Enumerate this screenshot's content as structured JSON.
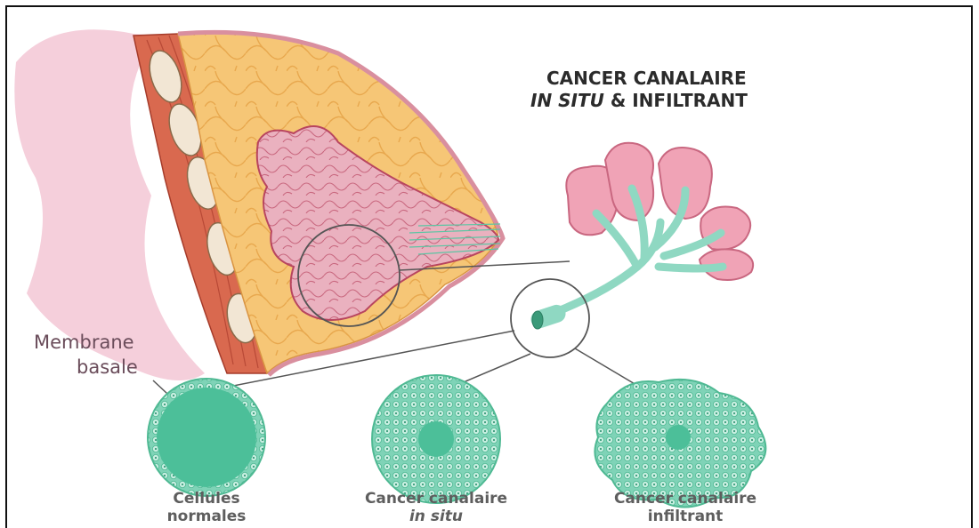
{
  "title": {
    "line1": "CANCER CANALAIRE",
    "line2_italic": "IN SITU",
    "line2_rest": " & INFILTRANT"
  },
  "membrane_label": {
    "line1": "Membrane",
    "line2": "basale"
  },
  "captions": [
    {
      "line1": "Cellules",
      "line2": "normales",
      "line2_italic": false
    },
    {
      "line1": "Cancer canalaire",
      "line2": "in situ",
      "line2_italic": true
    },
    {
      "line1": "Cancer canalaire",
      "line2": "infiltrant",
      "line2_italic": false
    }
  ],
  "colors": {
    "skin": "#f4c9d6",
    "muscle": "#d9684e",
    "fat": "#f7c97a",
    "gland": "#e9a7b6",
    "duct": "#8fd8c2",
    "cell": "#5cc5a3",
    "text": "#2b2b2b"
  }
}
